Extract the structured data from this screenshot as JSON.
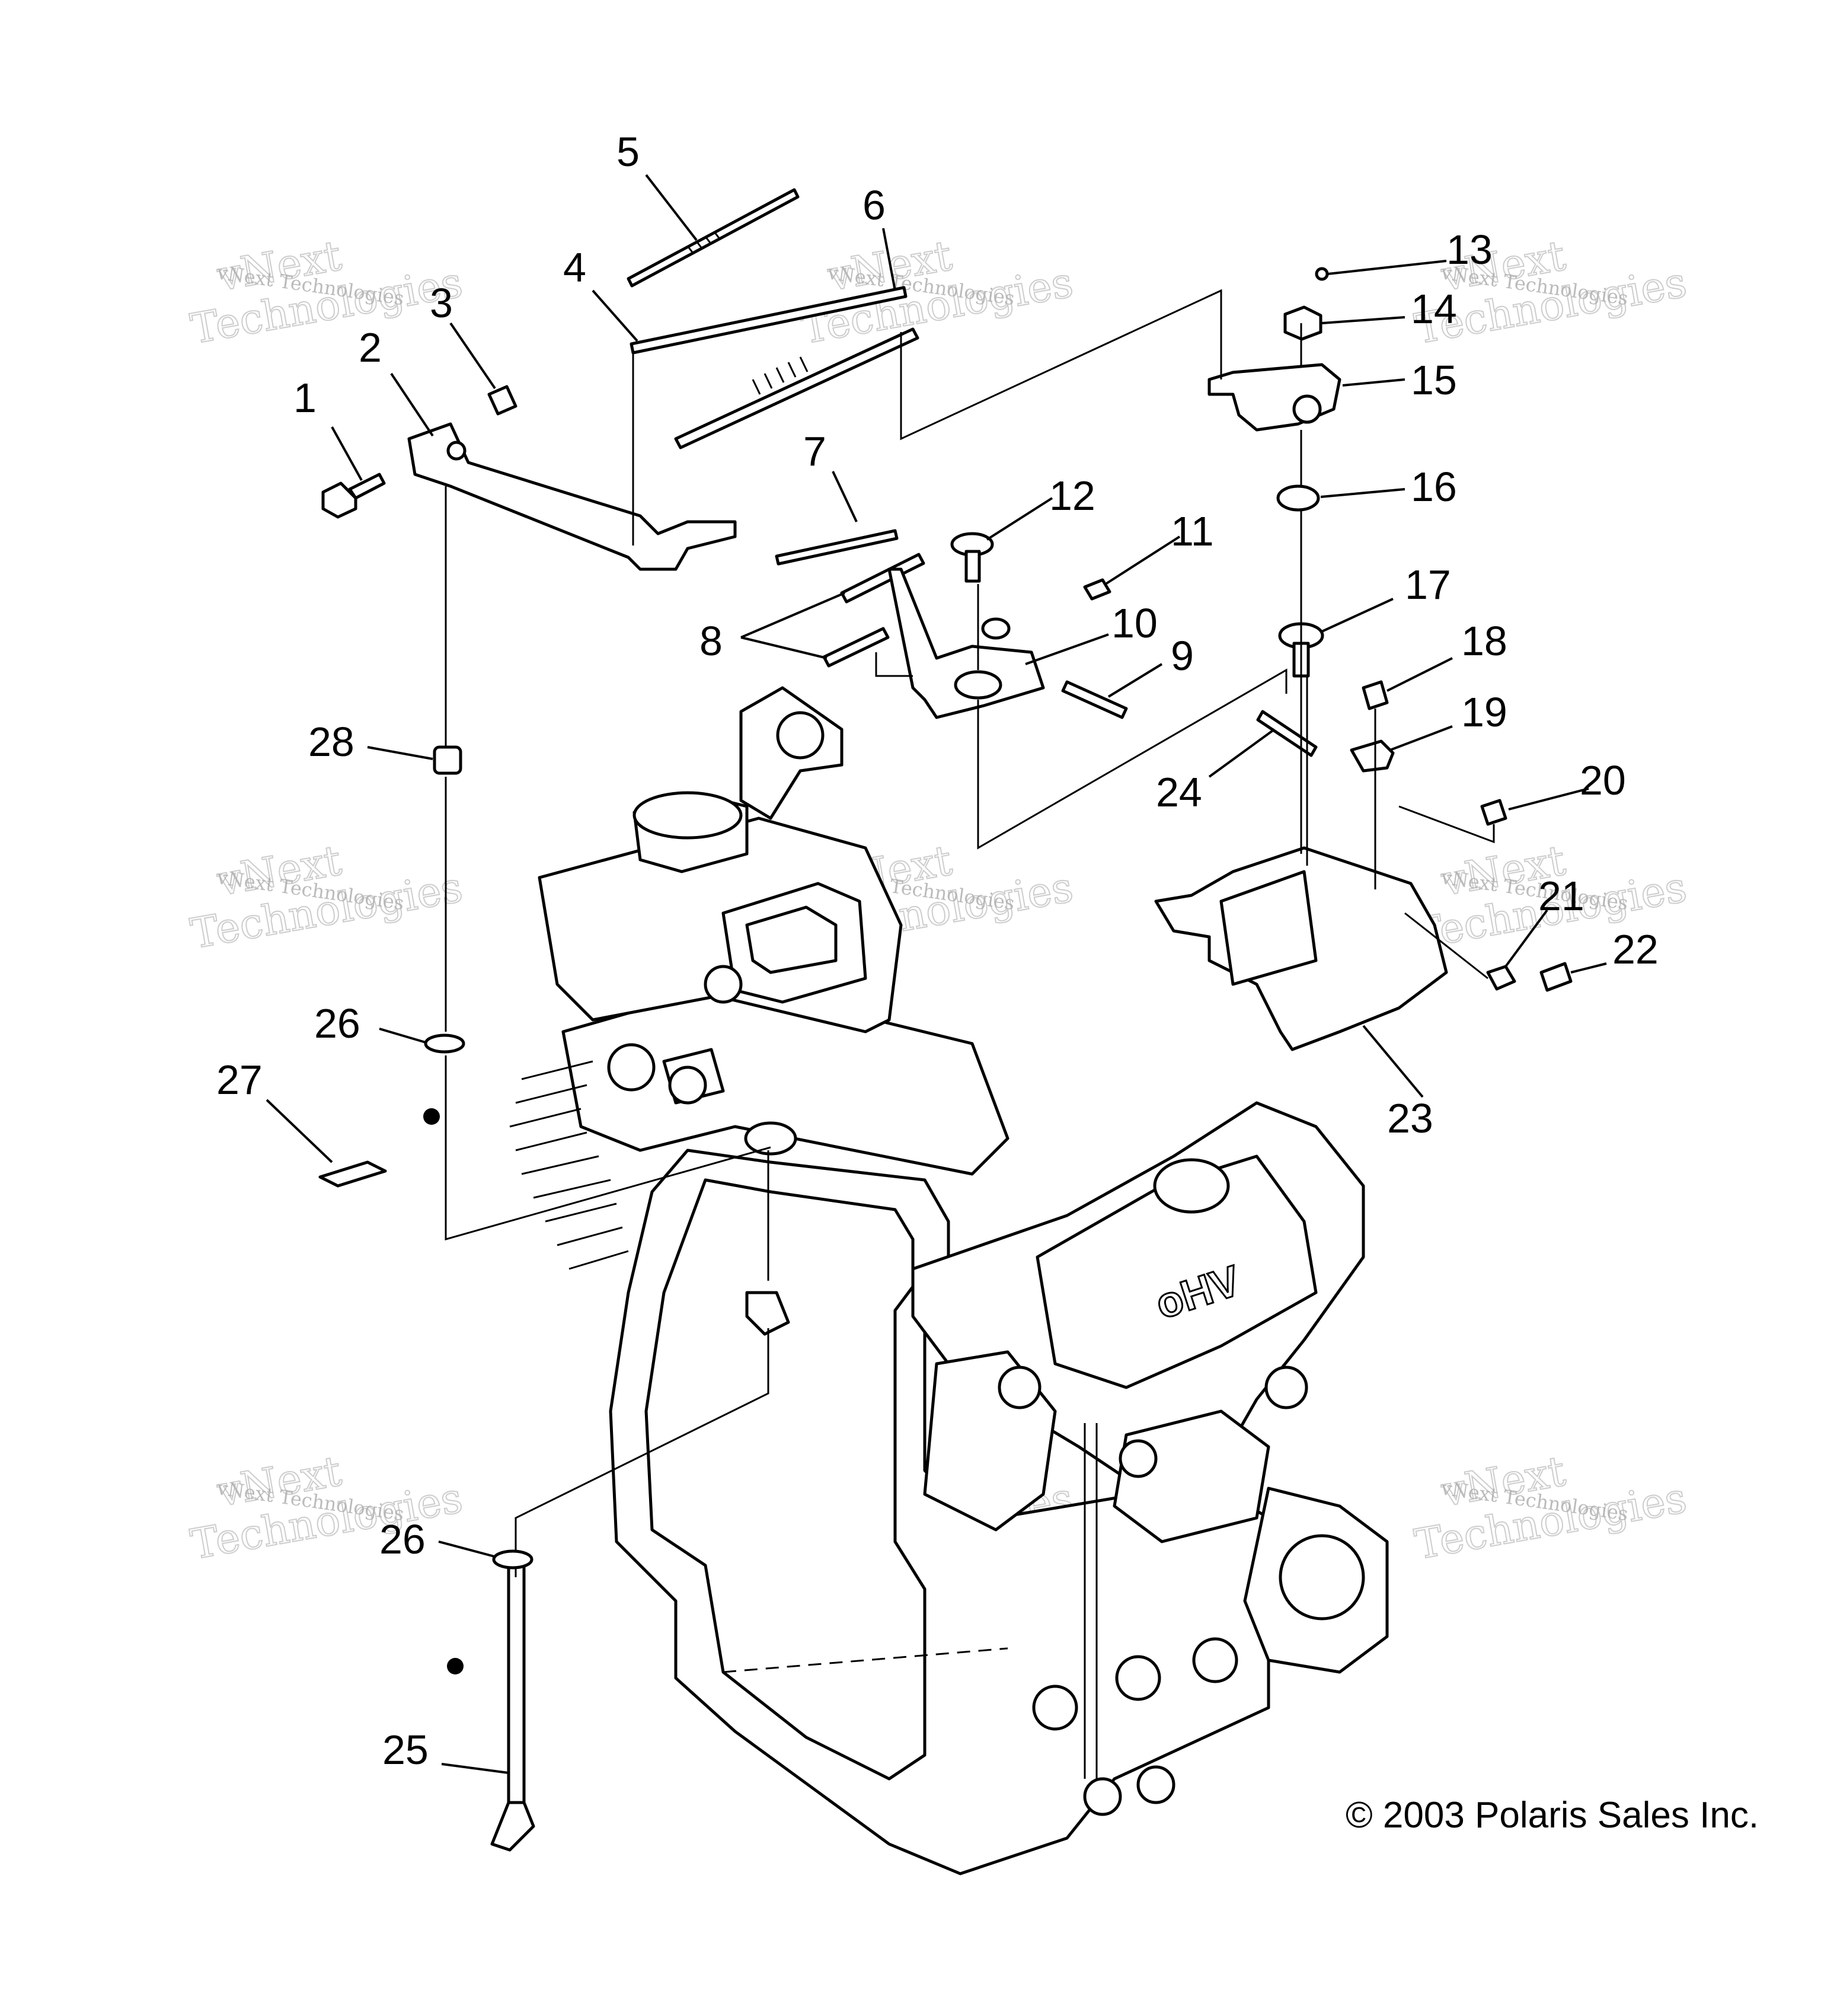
{
  "diagram": {
    "copyright": "© 2003 Polaris Sales Inc.",
    "engine_marking": "oHV",
    "watermark": {
      "brand_line1": "vNext",
      "brand_line2": "Technologies",
      "small_text": "vNext Technologies"
    },
    "callouts": [
      {
        "id": "c1",
        "label": "1"
      },
      {
        "id": "c2",
        "label": "2"
      },
      {
        "id": "c3",
        "label": "3"
      },
      {
        "id": "c4",
        "label": "4"
      },
      {
        "id": "c5",
        "label": "5"
      },
      {
        "id": "c6",
        "label": "6"
      },
      {
        "id": "c7",
        "label": "7"
      },
      {
        "id": "c8",
        "label": "8"
      },
      {
        "id": "c9",
        "label": "9"
      },
      {
        "id": "c10",
        "label": "10"
      },
      {
        "id": "c11",
        "label": "11"
      },
      {
        "id": "c12",
        "label": "12"
      },
      {
        "id": "c13",
        "label": "13"
      },
      {
        "id": "c14",
        "label": "14"
      },
      {
        "id": "c15",
        "label": "15"
      },
      {
        "id": "c16",
        "label": "16"
      },
      {
        "id": "c17",
        "label": "17"
      },
      {
        "id": "c18",
        "label": "18"
      },
      {
        "id": "c19",
        "label": "19"
      },
      {
        "id": "c20",
        "label": "20"
      },
      {
        "id": "c21",
        "label": "21"
      },
      {
        "id": "c22",
        "label": "22"
      },
      {
        "id": "c23",
        "label": "23"
      },
      {
        "id": "c24",
        "label": "24"
      },
      {
        "id": "c25",
        "label": "25"
      },
      {
        "id": "c26a",
        "label": "26"
      },
      {
        "id": "c26b",
        "label": "26"
      },
      {
        "id": "c27",
        "label": "27"
      },
      {
        "id": "c28",
        "label": "28"
      }
    ]
  }
}
